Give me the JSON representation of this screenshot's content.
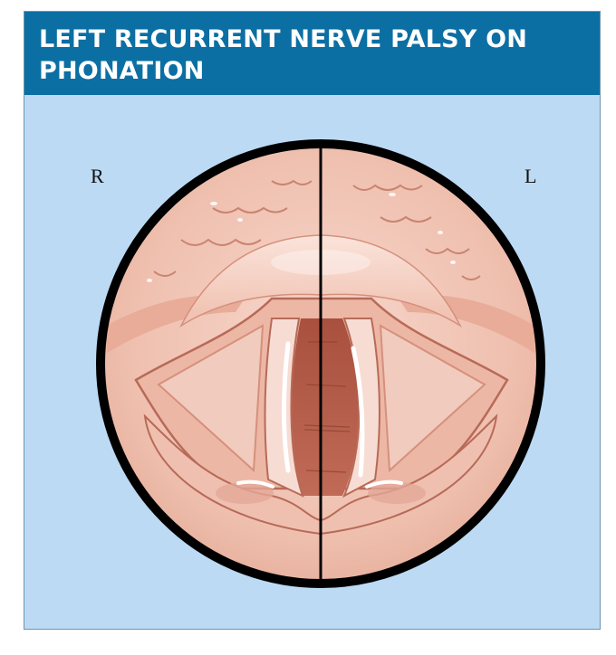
{
  "figure": {
    "title": "LEFT RECURRENT NERVE PALSY ON PHONATION",
    "title_lines": [
      "LEFT RECURRENT NERVE PALSY ON",
      "PHONATION"
    ],
    "labels": {
      "right": "R",
      "left": "L"
    },
    "colors": {
      "header_bg": "#0b6fa3",
      "header_text": "#ffffff",
      "panel_bg": "#bcdaf4",
      "ring": "#000000",
      "tissue": "#f2c9bc",
      "tissue_dark": "#d99a88",
      "glottis": "#b5614f",
      "cord": "#f7dcd3",
      "highlight": "#ffffff"
    },
    "view": "laryngoscopic view of vocal cords during phonation, left cord paralysed leaving a glottic gap"
  }
}
